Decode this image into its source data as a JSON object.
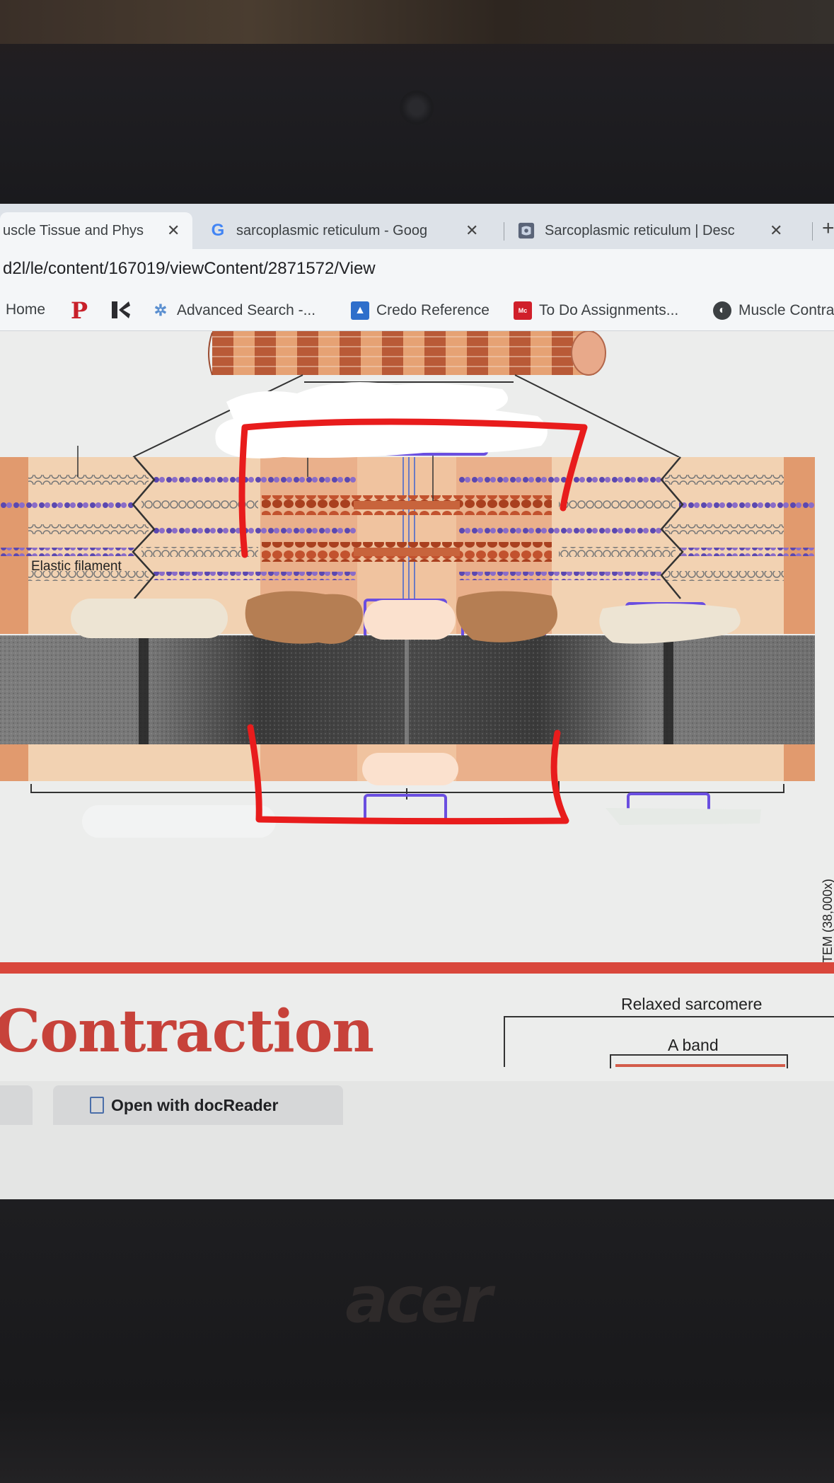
{
  "browser": {
    "tabs": [
      {
        "title": "uscle Tissue and Phys",
        "favicon": "document-icon",
        "active": true
      },
      {
        "title": "sarcoplasmic reticulum - Goog",
        "favicon": "google-icon",
        "active": false
      },
      {
        "title": "Sarcoplasmic reticulum | Desc",
        "favicon": "britannica-icon",
        "active": false
      }
    ],
    "new_tab_label": "+",
    "url": "d2l/le/content/167019/viewContent/2871572/View",
    "bookmarks": [
      {
        "label": "Home",
        "icon": "home-icon"
      },
      {
        "label": "",
        "icon": "p-logo-icon"
      },
      {
        "label": "",
        "icon": "k-logo-icon"
      },
      {
        "label": "Advanced Search -...",
        "icon": "sparkle-icon"
      },
      {
        "label": "Credo Reference",
        "icon": "credo-icon"
      },
      {
        "label": "To Do Assignments...",
        "icon": "mcgraw-hill-icon"
      },
      {
        "label": "Muscle Contra",
        "icon": "globe-icon"
      }
    ]
  },
  "figure": {
    "elastic_label": "Elastic filament",
    "tem_caption": "TEM (38,000x)"
  },
  "page": {
    "heading": "Contraction",
    "relaxed_label": "Relaxed sarcomere",
    "a_band_label": "A band",
    "doc_button": "Open with docReader"
  },
  "device": {
    "brand": "acer"
  },
  "colors": {
    "annotation_red": "#e81c1c",
    "label_box_purple": "#6a4ee0",
    "sarcomere_tan": "#f1c9a4",
    "heading_red": "#c7423a"
  }
}
